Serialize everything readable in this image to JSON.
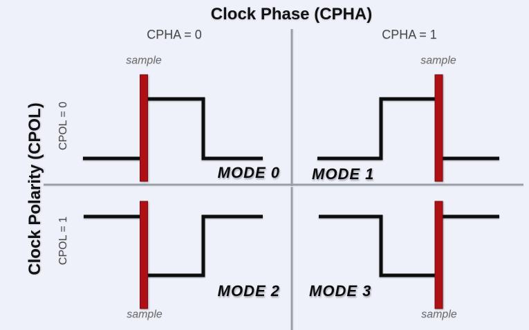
{
  "title": "Clock Phase (CPHA)",
  "columns": [
    {
      "label": "CPHA = 0"
    },
    {
      "label": "CPHA = 1"
    }
  ],
  "rows": {
    "axis_label": "Clock Polarity (CPOL)",
    "items": [
      {
        "label": "CPOL = 0"
      },
      {
        "label": "CPOL = 1"
      }
    ]
  },
  "modes": [
    {
      "label": "MODE 0",
      "cpol": 0,
      "cpha": 0,
      "sample_label": "sample",
      "sample_edge": "rising"
    },
    {
      "label": "MODE 1",
      "cpol": 0,
      "cpha": 1,
      "sample_label": "sample",
      "sample_edge": "falling"
    },
    {
      "label": "MODE 2",
      "cpol": 1,
      "cpha": 0,
      "sample_label": "sample",
      "sample_edge": "falling"
    },
    {
      "label": "MODE 3",
      "cpol": 1,
      "cpha": 1,
      "sample_label": "sample",
      "sample_edge": "rising"
    }
  ],
  "colors": {
    "background": "#eef1f9",
    "sample_bar_red": "#ad1015",
    "sample_bar_edge": "#7c0b0f",
    "waveform_black": "#0d0d0d",
    "divider_gray": "#989ea6",
    "heading_black": "#121212",
    "muted_label_gray": "#4a4a4a",
    "sample_text_gray": "#6e6e6e"
  }
}
